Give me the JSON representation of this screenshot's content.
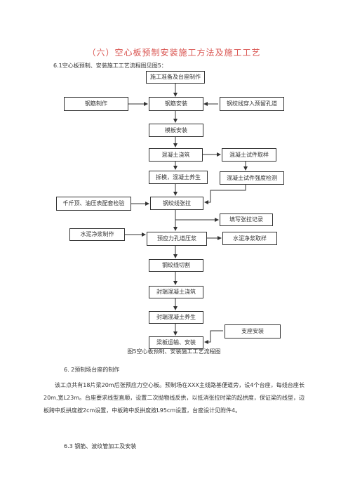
{
  "title": "（六）空心板预制安装施工方法及施工工艺",
  "intro": "6.1空心板预制、安装施工工艺流程图见图5：",
  "flow": {
    "prep": "施工准备及台座制作",
    "rebar_make": "钢筋制作",
    "rebar_install": "钢筋安装",
    "strand_thread": "钢绞线穿入预留孔道",
    "formwork": "模板安装",
    "pour": "混凝土浇筑",
    "sample": "混凝土试件取样",
    "demold": "拆模，混凝土养生",
    "strength": "混凝土试件强度检测",
    "jack_check": "千斤顶、油压表配套检验",
    "tension": "钢绞线张拉",
    "record": "填写张拉记录",
    "grout_make": "水泥净浆制作",
    "duct_grout": "预应力孔道压浆",
    "grout_sample": "水泥净浆取样",
    "cut": "钢绞线切割",
    "seal_pour": "封端混凝土浇筑",
    "seal_cure": "封端混凝土养生",
    "bearing": "支座安装",
    "transport": "梁板运输、安装"
  },
  "caption": "图5空心板预制、安装施工工艺流程图",
  "section_62": "6.  2预制场台座的制作",
  "para_62": "该工点共有18片梁20m后张预应力空心板。预制场在XXX主线路基便道旁，设4个台座，每线台座长20m,宽L23m。台座要求线型直顺，设置二次抛物线反拱，以抵消张拉时梁的起拱度，保证梁的线型，边板跨中反拱度按2cm设置，中板跨中反拱度按L95cm设置，台座设计见附件4。",
  "section_63": "6.3   钢筋、波纹管加工及安装"
}
